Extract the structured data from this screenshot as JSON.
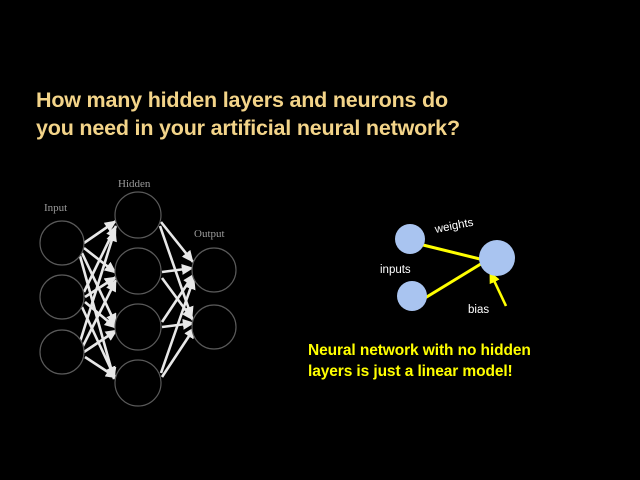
{
  "slide": {
    "background_color": "#000000",
    "title": {
      "color": "#f3d489",
      "lines": [
        "How many hidden layers and neurons do",
        "you need in your artificial neural network?"
      ]
    },
    "caption": {
      "color": "#ffff00",
      "lines": [
        "Neural network with no hidden",
        "layers is just a linear model!"
      ]
    }
  },
  "mlp_diagram": {
    "node_fill": "#000000",
    "node_stroke": "#5a5a5a",
    "edge_color": "#e8e8e8",
    "label_color": "#9b9b9b",
    "labels": {
      "input": "Input",
      "hidden": "Hidden",
      "output": "Output"
    },
    "layers": [
      {
        "name": "Input",
        "node_count": 3
      },
      {
        "name": "Hidden",
        "node_count": 4
      },
      {
        "name": "Output",
        "node_count": 2
      }
    ]
  },
  "perceptron_diagram": {
    "node_fill": "#a9c4f0",
    "node_stroke": "#a9c4f0",
    "edge_color": "#ffff00",
    "label_color": "#ffffff",
    "labels": {
      "weights": "weights",
      "inputs": "inputs",
      "bias": "bias"
    },
    "input_node_count": 2,
    "output_node_count": 1
  }
}
